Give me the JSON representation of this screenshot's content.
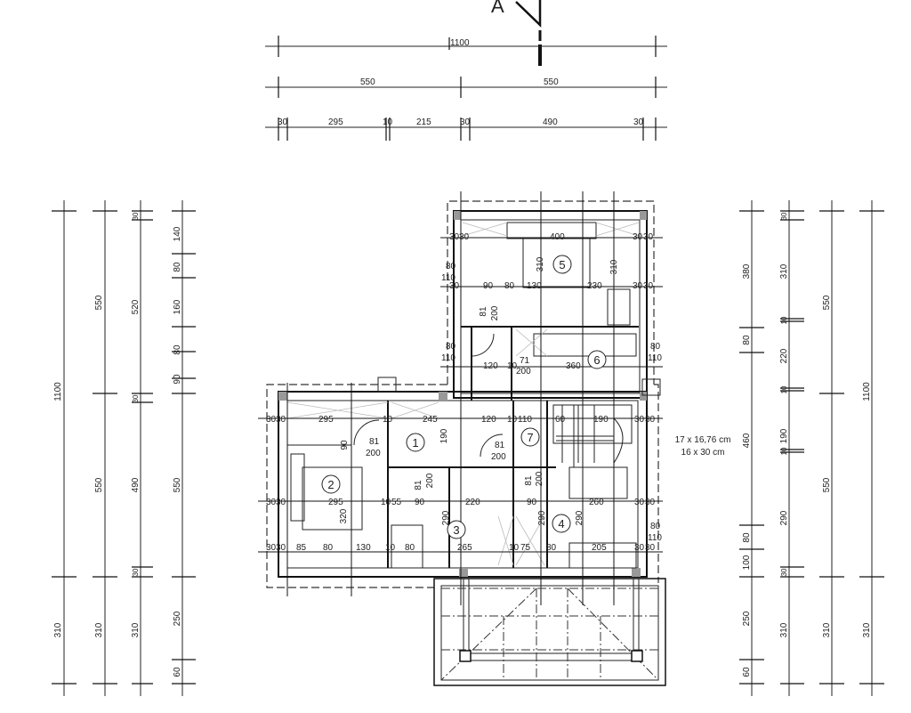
{
  "section_mark": "A",
  "top_dims": {
    "overall": "1100",
    "halves": [
      "550",
      "550"
    ],
    "detail": [
      "30",
      "295",
      "10",
      "215",
      "30",
      "490",
      "30"
    ]
  },
  "left_dims": {
    "chain1": [
      "1100",
      "310"
    ],
    "chain2": [
      "550",
      "550",
      "310"
    ],
    "chain3": [
      "30",
      "520",
      "30",
      "490",
      "30",
      "310"
    ],
    "chain4": [
      "140",
      "80",
      "160",
      "80",
      "90",
      "550",
      "250",
      "60"
    ]
  },
  "right_dims": {
    "chain1": [
      "380",
      "80",
      "460",
      "80",
      "100",
      "250",
      "60"
    ],
    "chain2": [
      "30",
      "310",
      "10",
      "220",
      "10",
      "190",
      "10",
      "290",
      "30",
      "310"
    ],
    "chain3": [
      "550",
      "550",
      "310"
    ],
    "chain4": [
      "1100",
      "310"
    ]
  },
  "rooms": [
    "1",
    "2",
    "3",
    "4",
    "5",
    "6",
    "7"
  ],
  "stair_note": [
    "17 x 16,76 cm",
    "16 x 30 cm"
  ],
  "labels": {
    "row_a": [
      "30",
      "30",
      "295",
      "10",
      "245",
      "120",
      "10",
      "110",
      "60",
      "190",
      "30",
      "30"
    ],
    "row_b": [
      "30",
      "30",
      "295",
      "10",
      "55",
      "90",
      "220",
      "90",
      "260",
      "30",
      "30"
    ],
    "row_c": [
      "30",
      "30",
      "85",
      "80",
      "130",
      "10",
      "80",
      "265",
      "10",
      "75",
      "80",
      "205",
      "30",
      "30"
    ],
    "upper_a": [
      "30",
      "30",
      "400",
      "30",
      "30"
    ],
    "upper_b": [
      "30",
      "90",
      "80",
      "130",
      "230",
      "30",
      "30"
    ],
    "upper_c": [
      "120",
      "10",
      "360",
      "71",
      "200"
    ],
    "windows": [
      "80",
      "110",
      "80",
      "110",
      "80",
      "110",
      "80",
      "110"
    ],
    "doors": [
      "81",
      "200",
      "81",
      "200"
    ],
    "vertical": [
      "190",
      "90",
      "310",
      "310",
      "290",
      "290",
      "290",
      "320",
      "200",
      "81",
      "81",
      "200",
      "81",
      "200"
    ]
  }
}
